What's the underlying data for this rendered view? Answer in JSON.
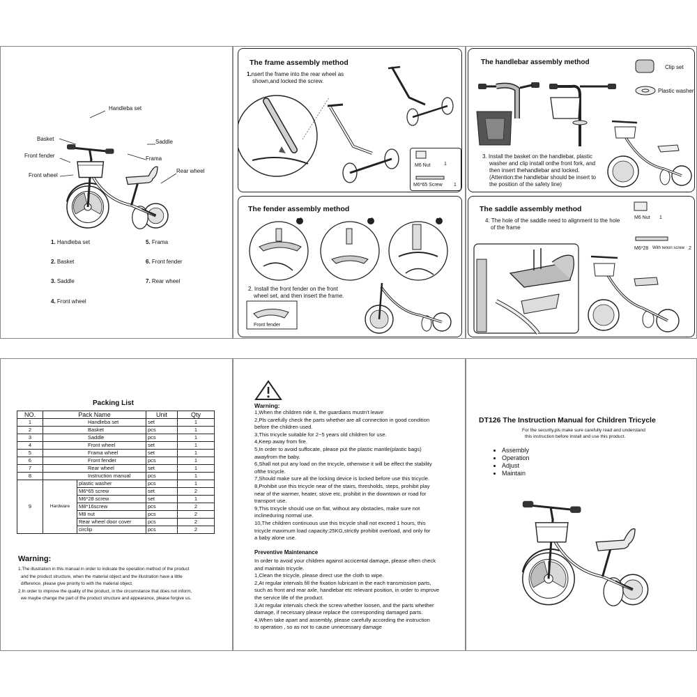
{
  "panel1": {
    "callouts": [
      "Handleba set",
      "Basket",
      "Saddle",
      "Frama",
      "Front fender",
      "Front wheel",
      "Rear wheel"
    ],
    "parts": [
      {
        "num": "1.",
        "label": "Handleba set"
      },
      {
        "num": "2.",
        "label": "Basket"
      },
      {
        "num": "3.",
        "label": "Saddle"
      },
      {
        "num": "4.",
        "label": "Front wheel"
      },
      {
        "num": "5.",
        "label": "Frama"
      },
      {
        "num": "6.",
        "label": "Front fender"
      },
      {
        "num": "7.",
        "label": "Rear wheel"
      }
    ]
  },
  "frame": {
    "title": "The frame assembly method",
    "step_num": "1.",
    "step_line1": "nsert the frame into the rear wheel as",
    "step_line2": "shown,and locked the screw.",
    "nut": "M6 Nut",
    "nut_qty": "1",
    "screw": "M6*65 Screw",
    "screw_qty": "1"
  },
  "handlebar": {
    "title": "The handlebar assembly method",
    "clip": "Clip set",
    "washer": "Plastic washer",
    "step": [
      "3. Install the basket on the handlebar, plastic",
      "washer and clip install onthe front fork, and",
      "then insert thehandlebar and locked.",
      "(Attention:the handlebar should be insert to",
      "the position of the safety line)"
    ]
  },
  "fender": {
    "title": "The fender assembly method",
    "nums": [
      "1",
      "2",
      "3"
    ],
    "step": [
      "2. Install the front fender on the front",
      "wheel set, and then insert the frame."
    ],
    "label": "Front fender"
  },
  "saddle": {
    "title": "The saddle assembly method",
    "nut": "M6   Nut",
    "nut_qty": "1",
    "screw": "M6*28",
    "screw_note": "With tenon screw",
    "screw_qty": "2",
    "step": [
      "4. The hole of the saddle need to alignment to the hole",
      "of the frame"
    ]
  },
  "packing": {
    "title": "Packing List",
    "headers": [
      "NO.",
      "Pack Name",
      "Unit",
      "Qty"
    ],
    "rows": [
      {
        "no": "1",
        "name": "Handleba set",
        "unit": "set",
        "qty": "1"
      },
      {
        "no": "2",
        "name": "Basket",
        "unit": "pcs",
        "qty": "1"
      },
      {
        "no": "3",
        "name": "Saddle",
        "unit": "pcs",
        "qty": "1"
      },
      {
        "no": "4",
        "name": "Front wheel",
        "unit": "set",
        "qty": "1"
      },
      {
        "no": "5",
        "name": "Frama wheel",
        "unit": "set",
        "qty": "1"
      },
      {
        "no": "6",
        "name": "Front fender",
        "unit": "pcs",
        "qty": "1"
      },
      {
        "no": "7",
        "name": "Rear wheel",
        "unit": "set",
        "qty": "1"
      },
      {
        "no": "8",
        "name": "Instruction manual",
        "unit": "pcs",
        "qty": "1"
      }
    ],
    "hardware_no": "9",
    "hardware_label": "Hardware",
    "hardware": [
      {
        "name": "plastic washer",
        "unit": "pcs",
        "qty": "1"
      },
      {
        "name": "M6*65 screw",
        "unit": "set",
        "qty": "2"
      },
      {
        "name": "M6*28 screw",
        "unit": "set",
        "qty": "1"
      },
      {
        "name": "M8*16screw",
        "unit": "pcs",
        "qty": "2"
      },
      {
        "name": "M8 nut",
        "unit": "pcs",
        "qty": "2"
      },
      {
        "name": "Rear wheel door cover",
        "unit": "pcs",
        "qty": "2"
      },
      {
        "name": "circlip",
        "unit": "pcs",
        "qty": "2"
      }
    ],
    "warning_title": "Warning:",
    "warning": [
      "1.The illustration in this manual in order to indicate the operation method of the product",
      "and the product structure, when the material object and the illustration have a little",
      "difference, please give priority to with the material object.",
      "2.In order to improve the quality of the product, in the circumstance that does not inform,",
      "we maybe change the part of the product structure and appearance, please forgive us."
    ]
  },
  "warning_page": {
    "title": "Warning:",
    "lines": [
      "1,When the children ride it, the guardians mustn't leave",
      "2,Pls carefully check the parts whether are all connection in good condition",
      "before the children used.",
      "3,This tricycle suitable for 2~5 years old children for use.",
      "4,Keep away from fire.",
      "5,In order to avoid suffocate, please put the plastic mantle(plastic bags)",
      "awayfrom the baby.",
      "6,Shall not put any load on the tricycle, otherwise it will be effect the stability",
      "ofthe tricycle.",
      "7,Should make sure all the locking device is locked before use this tricycle.",
      "8,Prohibit use this tricycle near of the stairs, thresholds, steps, prohibit play",
      "near of the warmer, heater, stove etc, prohibit in the downtown or road for",
      "transport use.",
      "9,This tricycle should use on flat, without any obstacles, make sure not",
      "inclineduring normal use.",
      "10,The children continuous use this tricycle shall not exceed 1 hours, this",
      "tricycle maximum load capacity:25KG,strictly prohibit overload, and only for",
      "a baby alone use."
    ],
    "maint_title": "Preventive Maintenance",
    "maint": [
      "In order to avoid your children against accicental damage, please often check",
      " and maintain tricycle.",
      "1,Clean the tricycle, please direct use the cloth to wipe.",
      "2,At regular intervals fill the fixation lubricant in the each transmission parts,",
      "such as front and rear axle, handlebar etc relevant position, in order to improve",
      "the service life of the product.",
      "3,At regular intervals check the screw whether loosen, and the parts whether",
      "damage, if necessary please replace the corresponding damaged parts.",
      "4,When take apart and assembly, please carefully  according the instruction",
      "to operation , so as not to cause unnecessary damage"
    ]
  },
  "cover": {
    "title": "DT126 The Instruction Manual for Children Tricycle",
    "sub1": "For the security,pls make sure carefully read and understand",
    "sub2": "this instruction before install and use this product.",
    "menu": [
      "Assembly",
      "Operation",
      "Adjust",
      "Maintain"
    ]
  },
  "colors": {
    "line": "#222222",
    "panel_border": "#888888",
    "fill_light": "#e6e6e6",
    "fill_mid": "#bdbdbd"
  }
}
